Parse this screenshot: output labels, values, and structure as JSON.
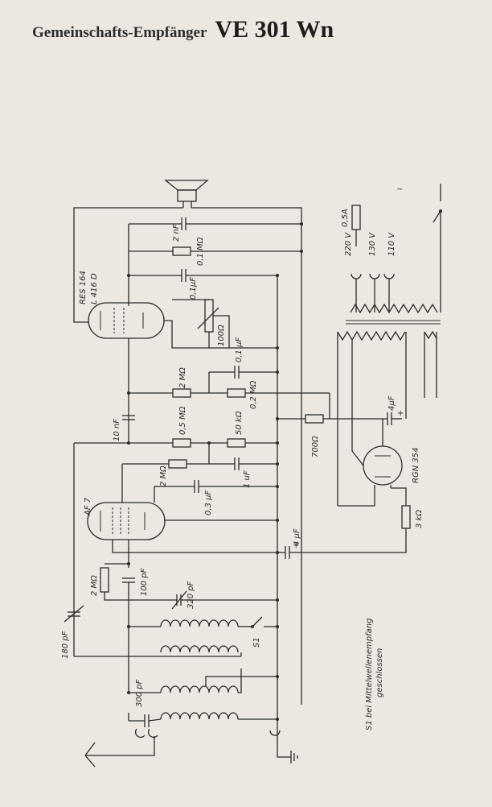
{
  "title": {
    "text": "Gemeinschafts-Empfänger",
    "model": "VE 301 Wn"
  },
  "tubes": {
    "output": "RES 164",
    "output_alt": "L 416 D",
    "audion": "AF 7",
    "rectifier": "RGN 354"
  },
  "mains": {
    "v220": "220 V",
    "v130": "130 V",
    "v110": "110 V",
    "fuse": "0,5A",
    "ac": "~"
  },
  "components": {
    "c_spk": "2 nF",
    "r_01M": "0,1 MΩ",
    "c_01a": "0,1μF",
    "pot_100": "100Ω",
    "c_01b": "0,1 μF",
    "r_2M_top": "2 MΩ",
    "r_02M": "0,2 MΩ",
    "c_4uF_top": "4μF",
    "c_10nF": "10 nF",
    "r_05M": "0,5 MΩ",
    "r_50k": "50 kΩ",
    "r_700": "700Ω",
    "r_2M_mid": "2 MΩ",
    "c_1uF": "1 uF",
    "c_03uF": "0,3 μF",
    "c_4uF_bot": "4 μF",
    "r_3k": "3 kΩ",
    "r_2M_grid": "2 MΩ",
    "c_100pF": "100 pF",
    "c_320pF": "320 pF",
    "c_180pF": "180 pF",
    "c_300pF": "300 pF",
    "switch": "S1"
  },
  "notes": {
    "s1_line1": "S1 bei Mittelwellenempfang",
    "s1_line2": "geschlossen"
  }
}
